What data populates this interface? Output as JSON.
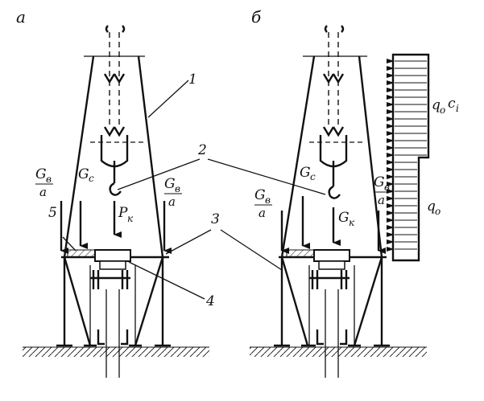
{
  "diagram": {
    "panel_labels": [
      "а",
      "б"
    ],
    "callouts": [
      "1",
      "2",
      "3",
      "4",
      "5"
    ],
    "loads": {
      "gv": "G",
      "gv_sub": "в",
      "over_a": "a",
      "gc": "G",
      "gc_sub": "с",
      "pk": "P",
      "pk_sub": "к",
      "gk": "G",
      "gk_sub": "к",
      "q0ci_q": "q",
      "q0ci_sub": "o",
      "q0ci_c": "c",
      "q0ci_i": "i",
      "q0_q": "q",
      "q0_sub": "o"
    }
  }
}
